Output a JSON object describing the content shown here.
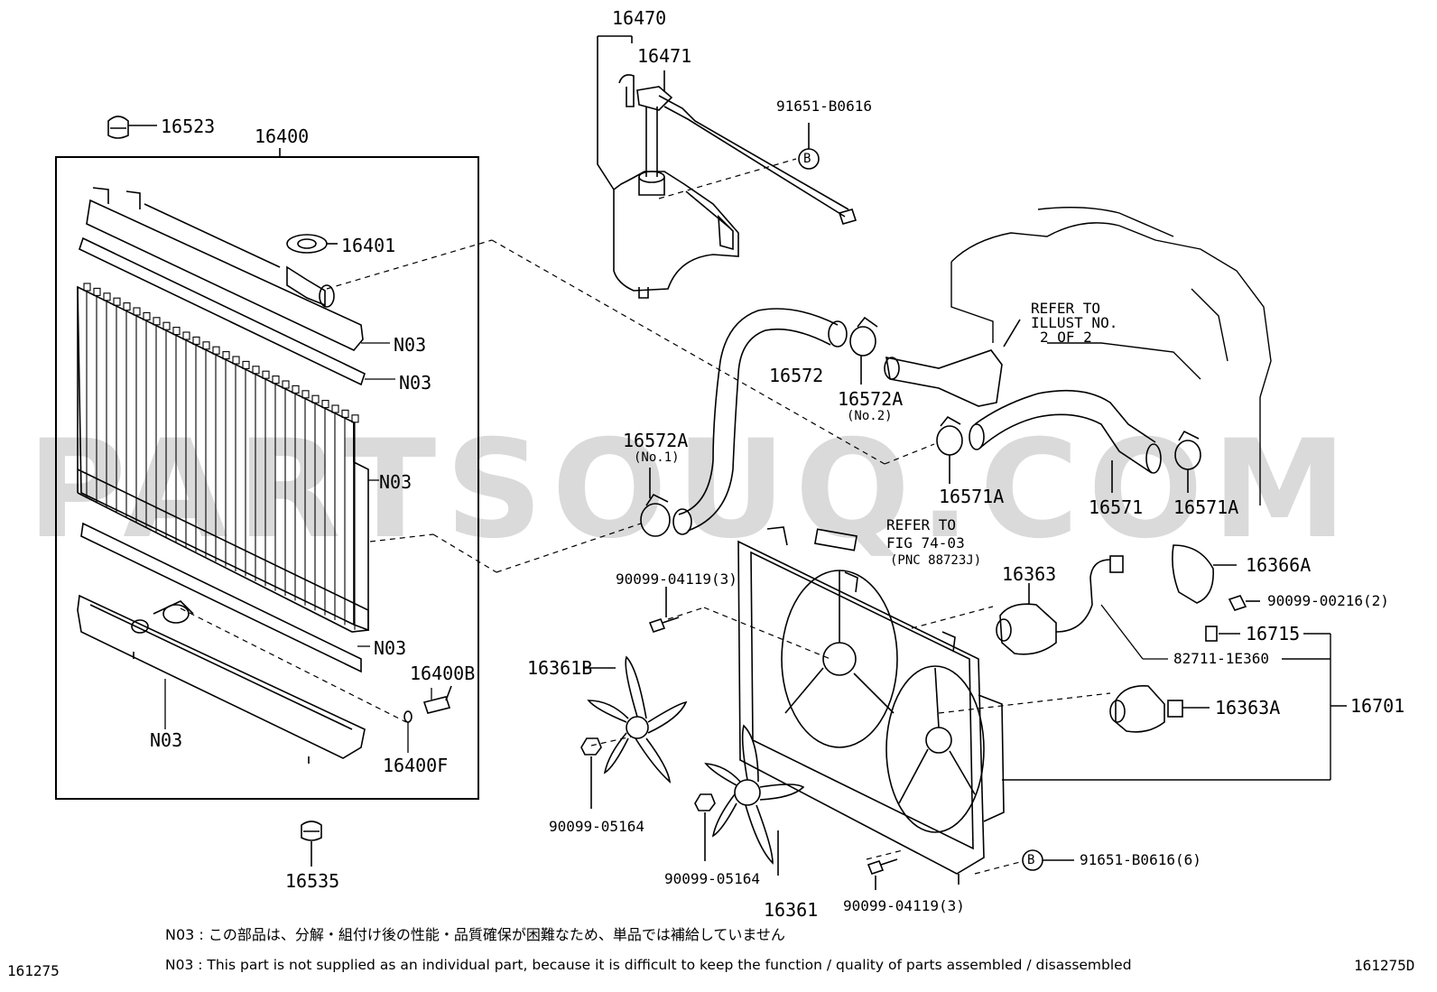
{
  "watermark": "PARTSOUQ.COM",
  "refs": {
    "illust": [
      "REFER TO",
      "ILLUST NO.",
      "2 OF 2"
    ],
    "fig": [
      "REFER TO",
      "FIG 74-03",
      "(PNC 88723J)"
    ]
  },
  "marker_b": "B",
  "callouts": {
    "p16470": "16470",
    "p16471": "16471",
    "p91651_b0616": "91651-B0616",
    "p16523": "16523",
    "p16400": "16400",
    "p16401": "16401",
    "n03_a": "N03",
    "n03_b": "N03",
    "n03_c": "N03",
    "n03_d": "N03",
    "n03_e": "N03",
    "p16400b": "16400B",
    "p16400f": "16400F",
    "p16535": "16535",
    "p16572": "16572",
    "p16572a_no2": "16572A",
    "no2": "(No.2)",
    "p16572a_no1": "16572A",
    "no1": "(No.1)",
    "p16571a_left": "16571A",
    "p16571": "16571",
    "p16571a_right": "16571A",
    "p90099_04119_top": "90099-04119(3)",
    "p16363": "16363",
    "p16366a": "16366A",
    "p90099_00216": "90099-00216(2)",
    "p16715": "16715",
    "p82711_1e360": "82711-1E360",
    "p16361b": "16361B",
    "p16363a": "16363A",
    "p16701": "16701",
    "p90099_05164_left": "90099-05164",
    "p90099_05164_right": "90099-05164",
    "p16361": "16361",
    "p90099_04119_bottom": "90099-04119(3)",
    "p91651_b0616_6": "91651-B0616(6)"
  },
  "footnotes": {
    "jp": "N03 : この部品は、分解・組付け後の性能・品質確保が困難なため、単品では補給していません",
    "en": "N03 : This part is not supplied as an individual part, because it is difficult to keep the function / quality of parts assembled / disassembled"
  },
  "corner_codes": {
    "left": "161275",
    "right": "161275D"
  }
}
